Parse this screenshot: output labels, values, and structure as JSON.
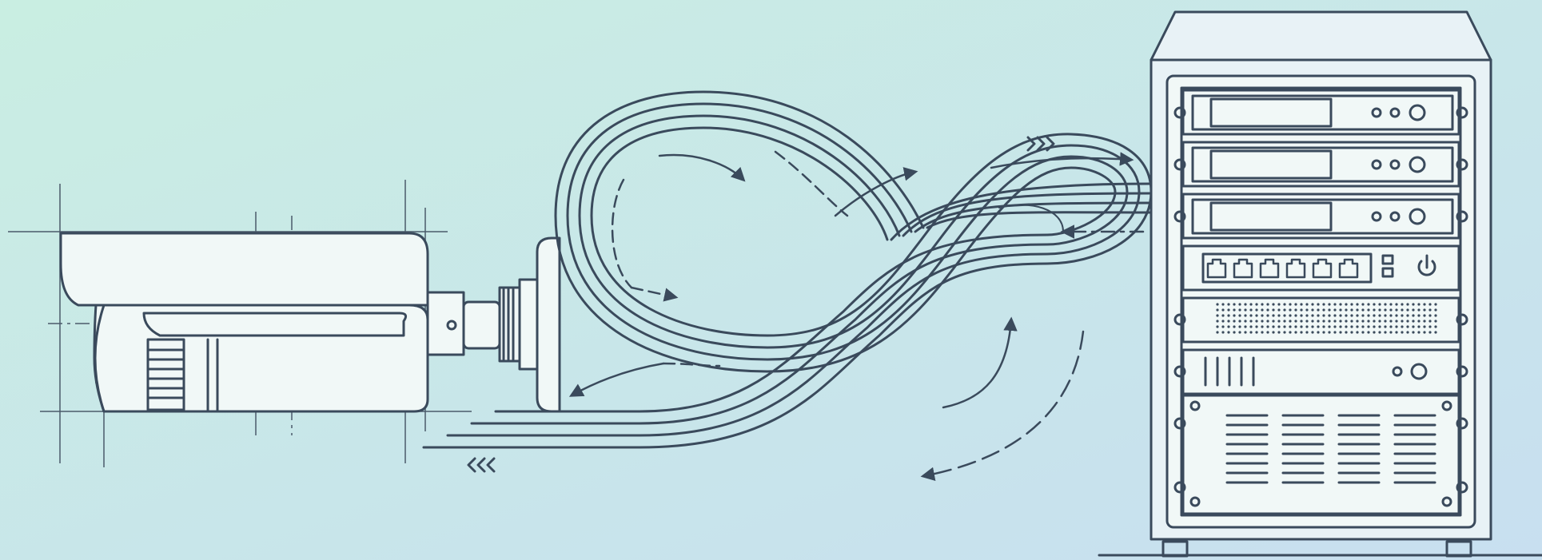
{
  "colors": {
    "background_left": "#c9eee2",
    "background_right": "#c8dff0",
    "line": "#3a4a5c",
    "guide": "#4a5a6a",
    "panel": "#f1f8f7"
  },
  "elements": {
    "camera": "bullet-security-camera",
    "cable": "figure-eight-cable-loop",
    "rack": "server-rack-cabinet",
    "flow_arrows": "data-flow-arrows",
    "network_switch_ports": 6
  }
}
